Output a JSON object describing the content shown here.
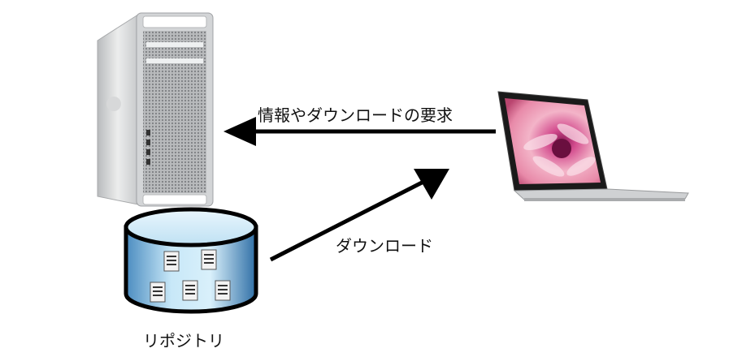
{
  "labels": {
    "request": "情報やダウンロードの要求",
    "download": "ダウンロード",
    "repository": "リポジトリ"
  },
  "icons": {
    "server": "server-tower-icon",
    "database": "database-cylinder-icon",
    "laptop": "laptop-icon",
    "document": "document-icon"
  },
  "colors": {
    "arrow": "#000000",
    "db_fill": "#9fd2ee",
    "db_outline": "#000000",
    "server_body": "#d9dadb"
  }
}
